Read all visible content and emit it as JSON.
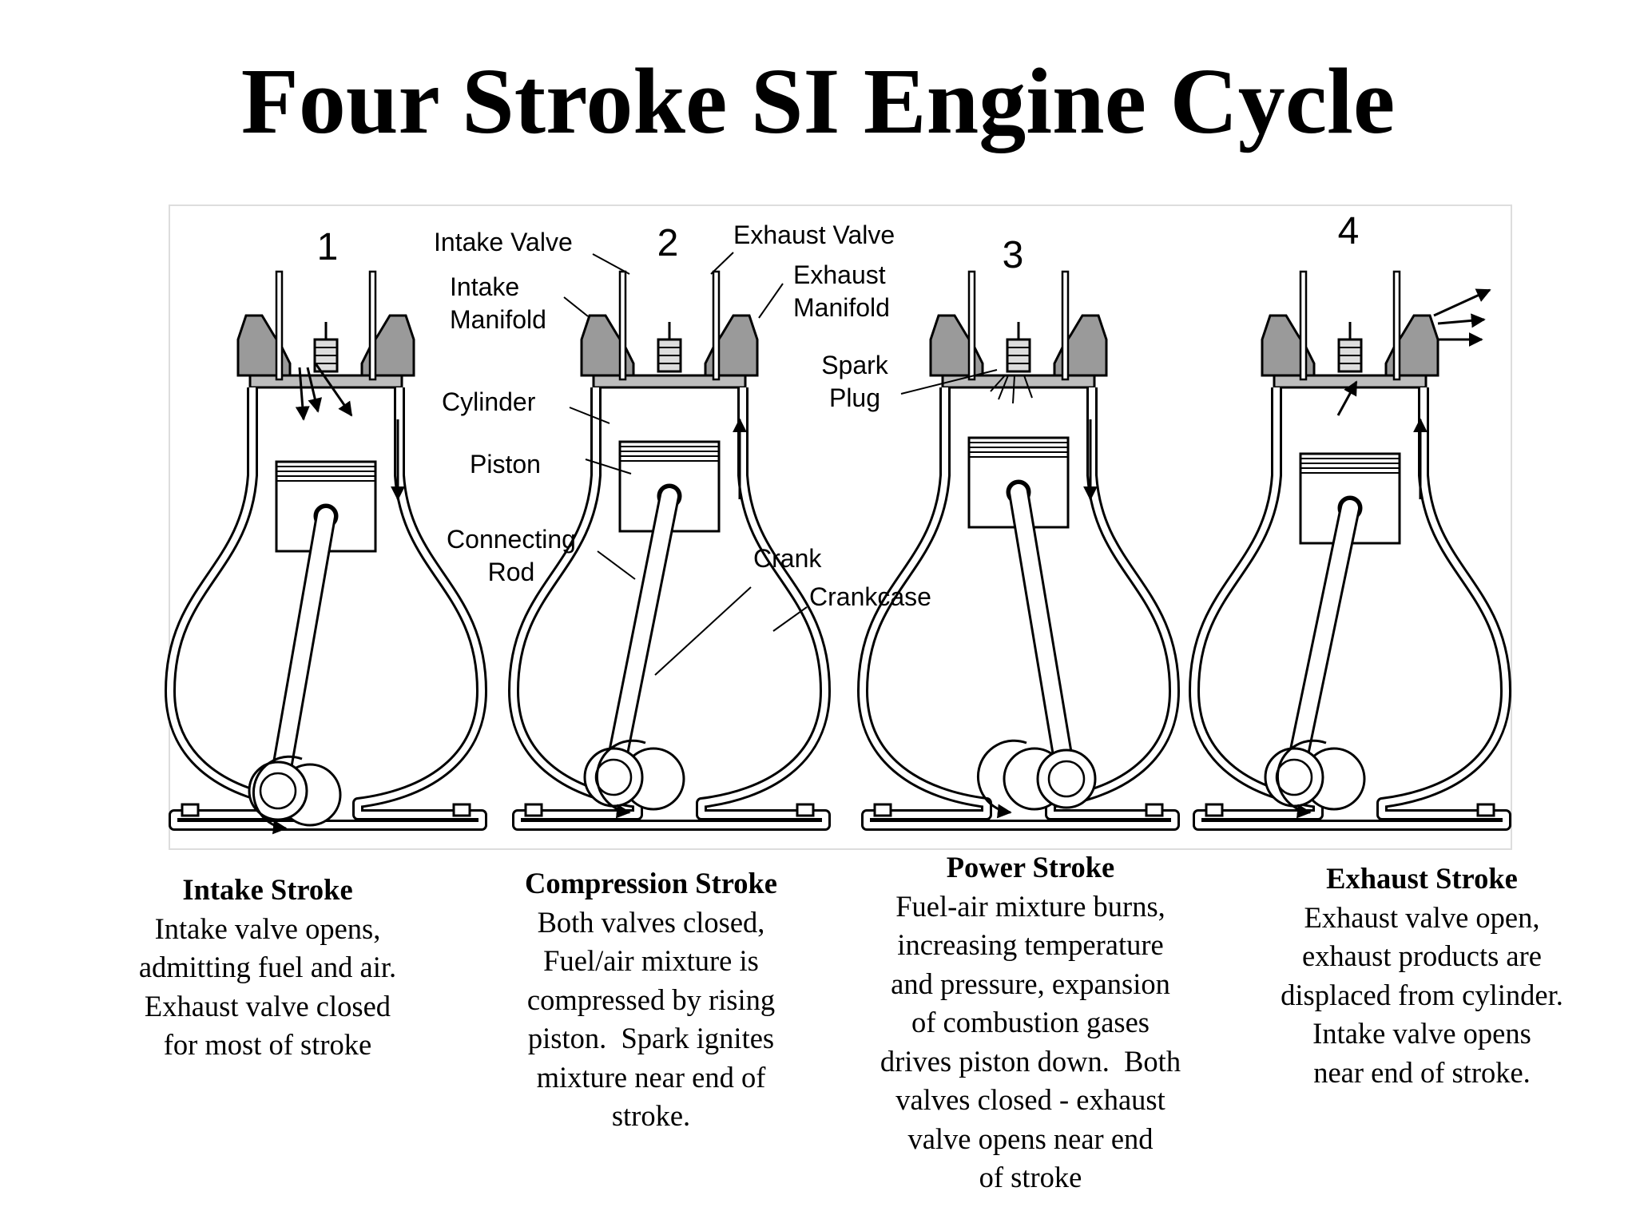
{
  "title": "Four Stroke SI Engine Cycle",
  "stroke_numbers": [
    "1",
    "2",
    "3",
    "4"
  ],
  "part_labels": {
    "intake_valve": "Intake Valve",
    "intake_manifold": [
      "Intake",
      "Manifold"
    ],
    "cylinder": "Cylinder",
    "piston": "Piston",
    "connecting_rod": [
      "Connecting",
      "Rod"
    ],
    "exhaust_valve": "Exhaust Valve",
    "exhaust_manifold": [
      "Exhaust",
      "Manifold"
    ],
    "spark_plug": [
      "Spark",
      "Plug"
    ],
    "crank": "Crank",
    "crankcase": "Crankcase"
  },
  "strokes": [
    {
      "heading": "Intake Stroke",
      "lines": [
        "Intake valve opens,",
        "admitting fuel and air.",
        "Exhaust valve closed",
        "for most of stroke"
      ]
    },
    {
      "heading": "Compression Stroke",
      "lines": [
        "Both valves closed,",
        "Fuel/air mixture is",
        "compressed by rising",
        "piston.  Spark ignites",
        "mixture near end of",
        "stroke."
      ]
    },
    {
      "heading": "Power Stroke",
      "lines": [
        "Fuel-air mixture burns,",
        "increasing temperature",
        "and pressure, expansion",
        "of combustion gases",
        "drives piston down.  Both",
        "valves closed - exhaust",
        "valve opens near end",
        "of stroke"
      ]
    },
    {
      "heading": "Exhaust Stroke",
      "lines": [
        "Exhaust valve open,",
        "exhaust products are",
        "displaced from cylinder.",
        "Intake valve opens",
        "near end of stroke."
      ]
    }
  ]
}
